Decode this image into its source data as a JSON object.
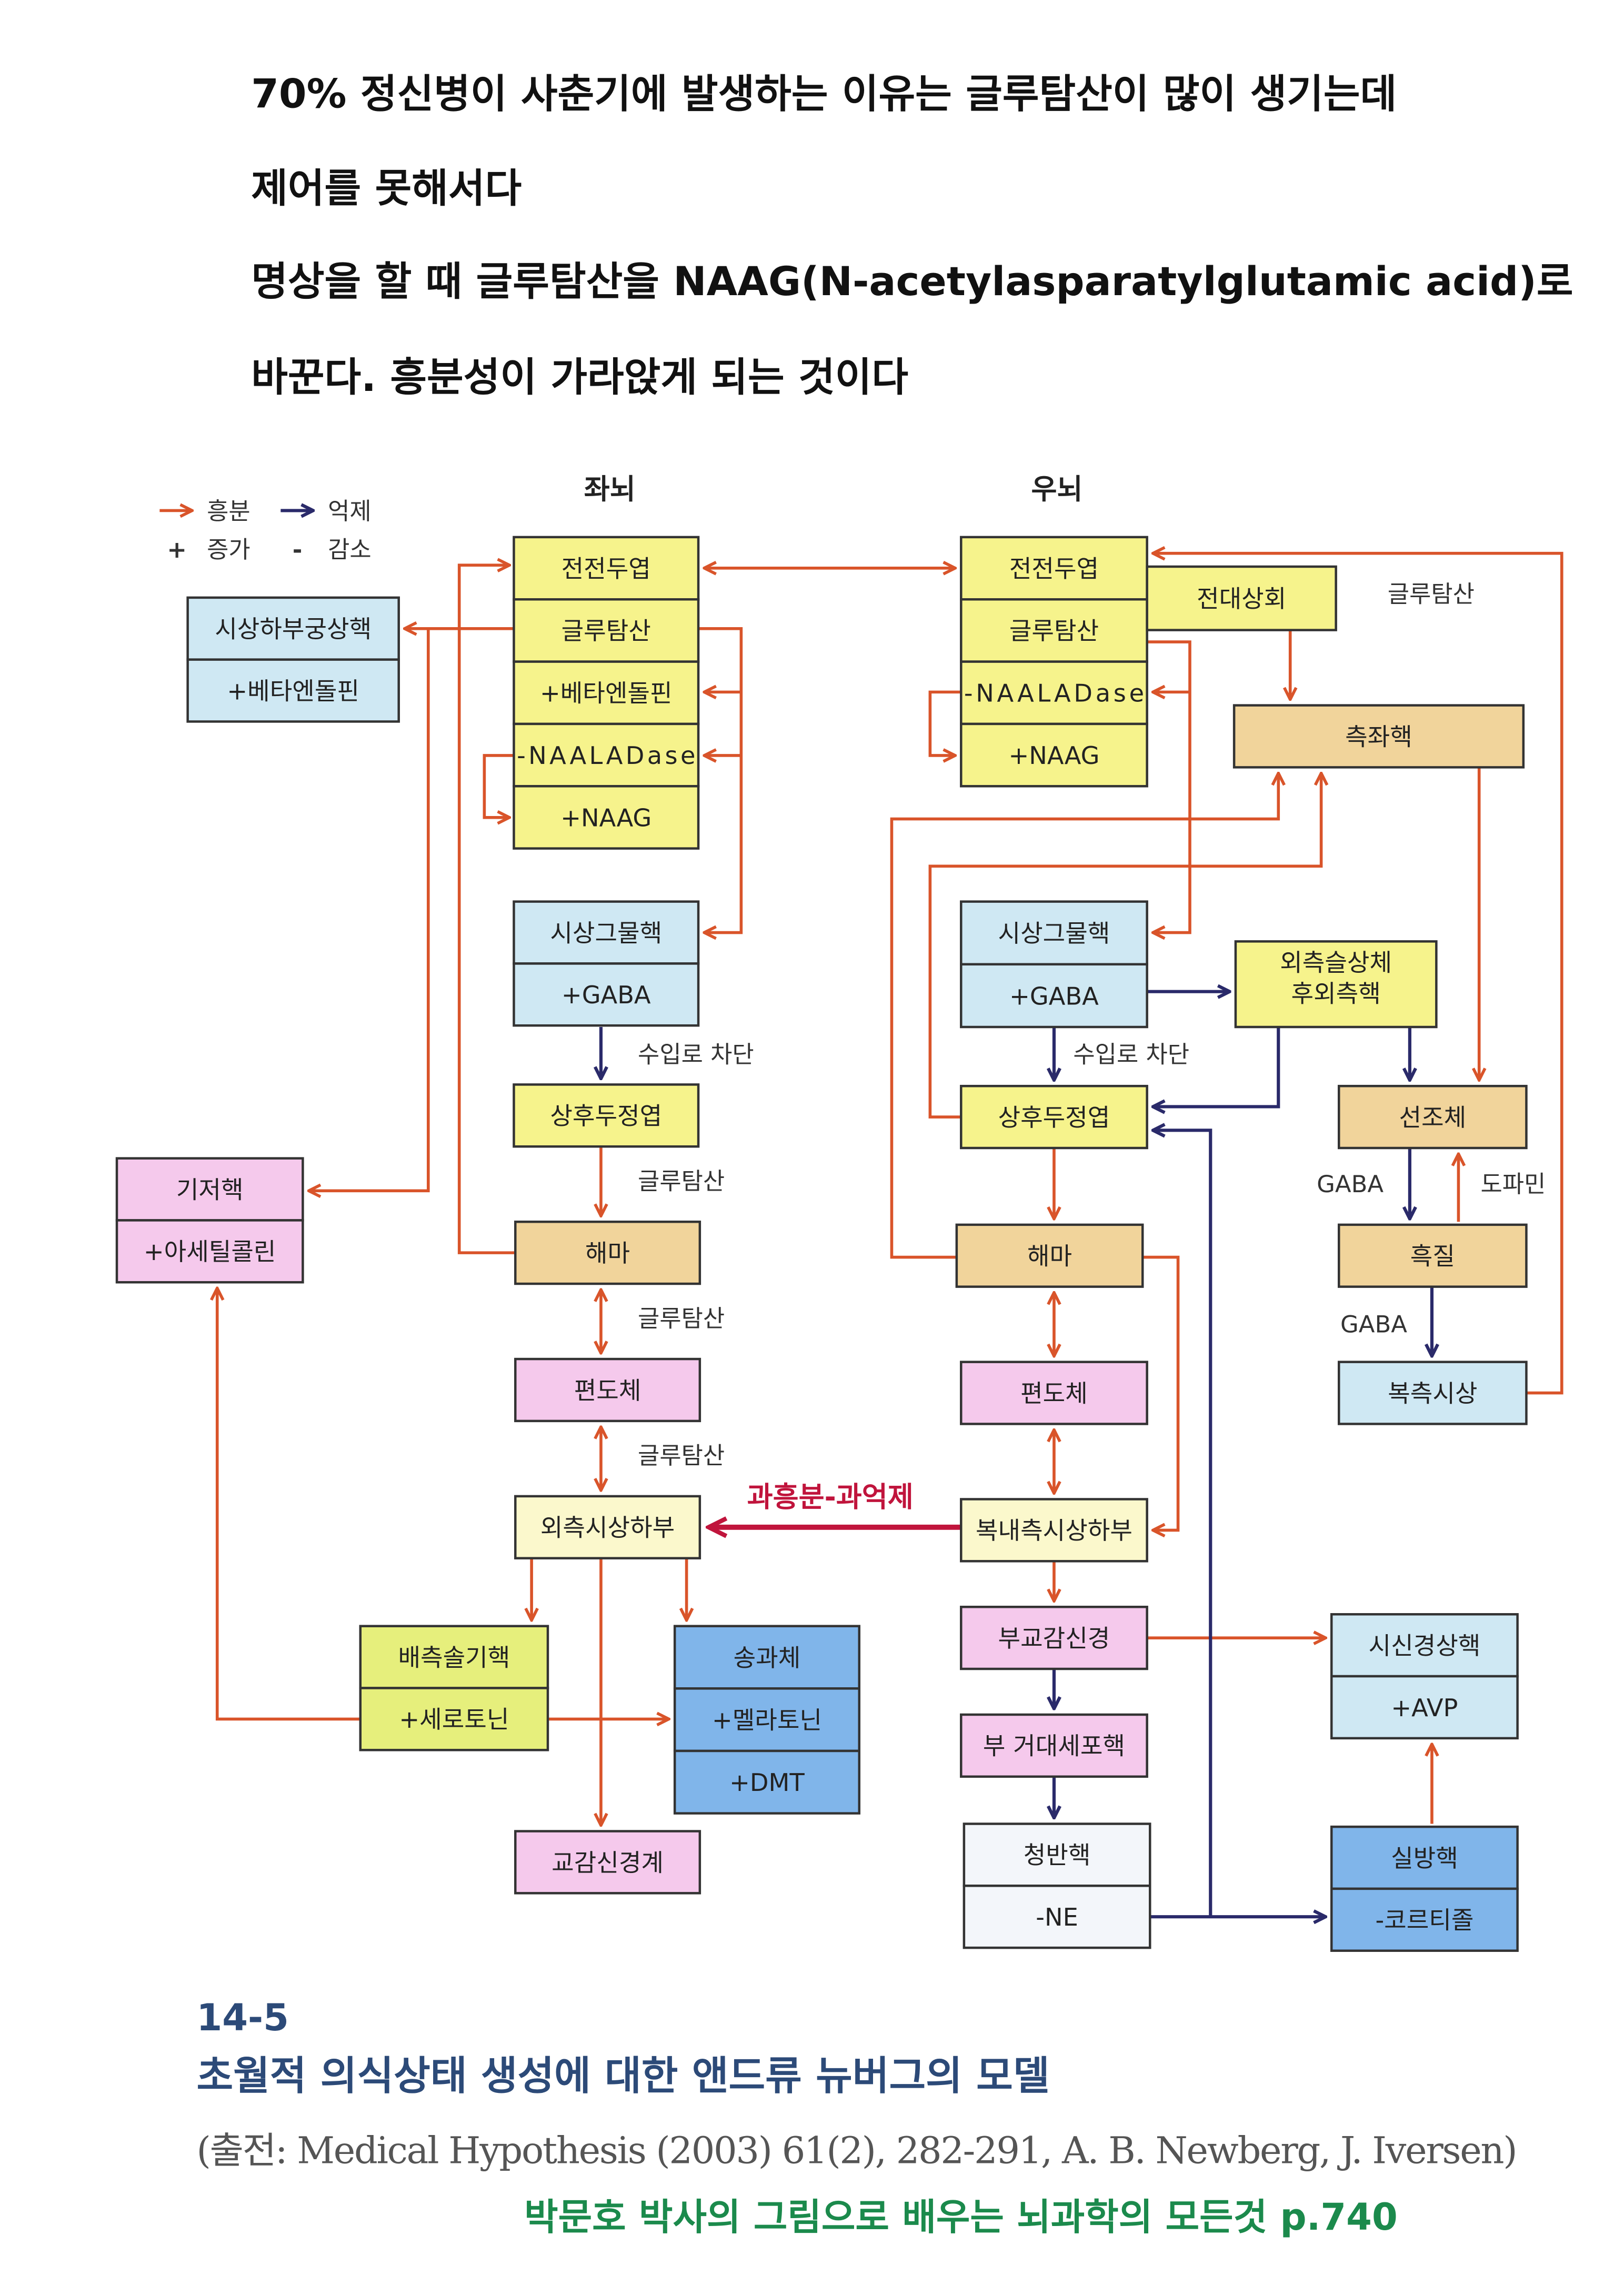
{
  "header": {
    "lines": [
      "70% 정신병이 사춘기에 발생하는 이유는 글루탐산이 많이 생기는데",
      "제어를 못해서다",
      "명상을 할 때 글루탐산을 NAAG(N-acetylasparatylglutamic acid)로",
      "바꾼다. 흥분성이 가라앉게 되는 것이다"
    ]
  },
  "legend": {
    "excite": "흥분",
    "inhibit": "억제",
    "increase_symbol": "+",
    "increase": "증가",
    "decrease_symbol": "-",
    "decrease": "감소"
  },
  "diagram": {
    "left_title": "좌뇌",
    "right_title": "우뇌",
    "nodes": {
      "L_pfc": [
        "전전두엽",
        "글루탐산",
        "+베타엔돌핀",
        "-NAALADase",
        "+NAAG"
      ],
      "hypo_arcuate": [
        "시상하부궁상핵",
        "+베타엔돌핀"
      ],
      "R_pfc": [
        "전전두엽",
        "글루탐산",
        "-NAALADase",
        "+NAAG"
      ],
      "acc": [
        "전대상회"
      ],
      "nacc": [
        "측좌핵"
      ],
      "L_reticular": [
        "시상그물핵",
        "+GABA"
      ],
      "R_reticular": [
        "시상그물핵",
        "+GABA"
      ],
      "lgn": [
        "외측슬상체",
        "후외측핵"
      ],
      "L_psp": [
        "상후두정엽"
      ],
      "R_psp": [
        "상후두정엽"
      ],
      "striatum": [
        "선조체"
      ],
      "basal": [
        "기저핵",
        "+아세틸콜린"
      ],
      "L_hippo": [
        "해마"
      ],
      "R_hippo": [
        "해마"
      ],
      "sn": [
        "흑질"
      ],
      "L_amyg": [
        "편도체"
      ],
      "R_amyg": [
        "편도체"
      ],
      "vthal": [
        "복측시상"
      ],
      "lat_hypo": [
        "외측시상하부"
      ],
      "vmh": [
        "복내측시상하부"
      ],
      "raphe": [
        "배측솔기핵",
        "+세로토닌"
      ],
      "pineal": [
        "송과체",
        "+멜라토닌",
        "+DMT"
      ],
      "symp": [
        "교감신경계"
      ],
      "parasymp": [
        "부교감신경"
      ],
      "gigant": [
        "부 거대세포핵"
      ],
      "lc": [
        "청반핵",
        "-NE"
      ],
      "son": [
        "시신경상핵",
        "+AVP"
      ],
      "pvn": [
        "실방핵",
        "-코르티졸"
      ]
    },
    "labels": {
      "glu_top_right": "글루탐산",
      "block_left": "수입로 차단",
      "block_right": "수입로 차단",
      "glu_l1": "글루탐산",
      "glu_l2": "글루탐산",
      "glu_l3": "글루탐산",
      "gaba_1": "GABA",
      "dopamine": "도파민",
      "gaba_2": "GABA",
      "hyper": "과흥분-과억제"
    }
  },
  "caption": {
    "number": "14-5",
    "title": "초월적 의식상태 생성에 대한 앤드류 뉴버그의 모델",
    "source": "(출전: Medical Hypothesis (2003) 61(2), 282-291, A. B. Newberg, J. Iversen)",
    "credit": "박문호 박사의 그림으로 배우는 뇌과학의 모든것 p.740"
  },
  "colors": {
    "excite": "#d9542a",
    "inhibit": "#2a2a6a",
    "hyper": "#c0143c",
    "yellow": "#f6f38c",
    "light_yellow": "#fbf8cc",
    "tan": "#f1d49b",
    "light_blue": "#cfe8f3",
    "blue": "#80b5ea",
    "pink": "#f5c9ec",
    "lime": "#e6ef7c",
    "white_blue": "#f3f6fa",
    "credit": "#1b8a4c"
  }
}
